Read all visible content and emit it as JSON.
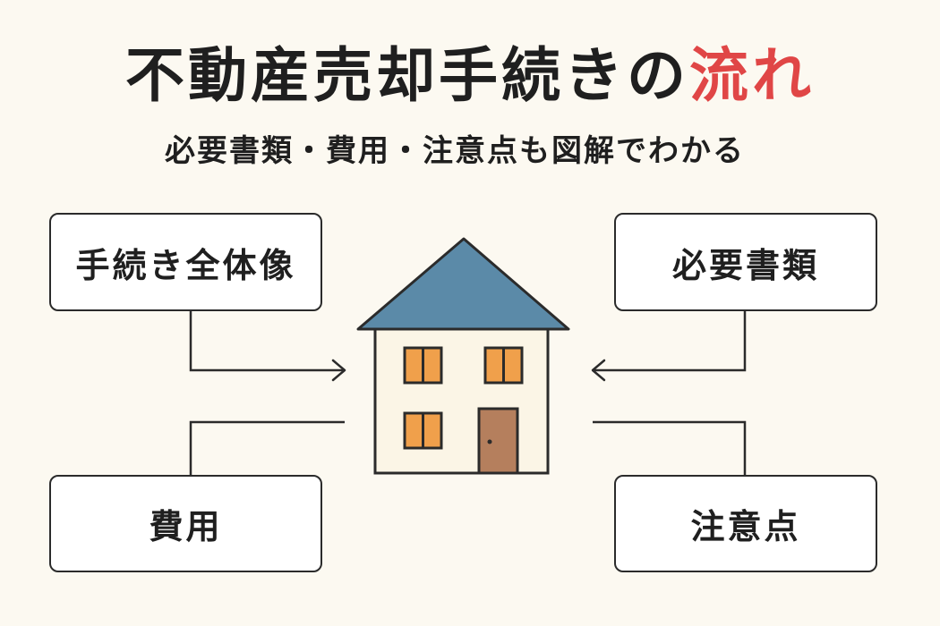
{
  "title": {
    "main": "不動産売却手続きの",
    "accent": "流れ",
    "accent_color": "#e04646"
  },
  "subtitle": "必要書類・費用・注意点も図解でわかる",
  "boxes": {
    "top_left": "手続き全体像",
    "top_right": "必要書類",
    "bottom_left": "費用",
    "bottom_right": "注意点"
  },
  "colors": {
    "background": "#fcf9f1",
    "roof": "#5b8aa8",
    "house_wall": "#fbf5e6",
    "window": "#f0a04b",
    "door": "#b57f5d",
    "line": "#2b2b2b"
  },
  "icons": [
    "house-icon",
    "arrow-right-icon",
    "arrow-left-icon"
  ]
}
